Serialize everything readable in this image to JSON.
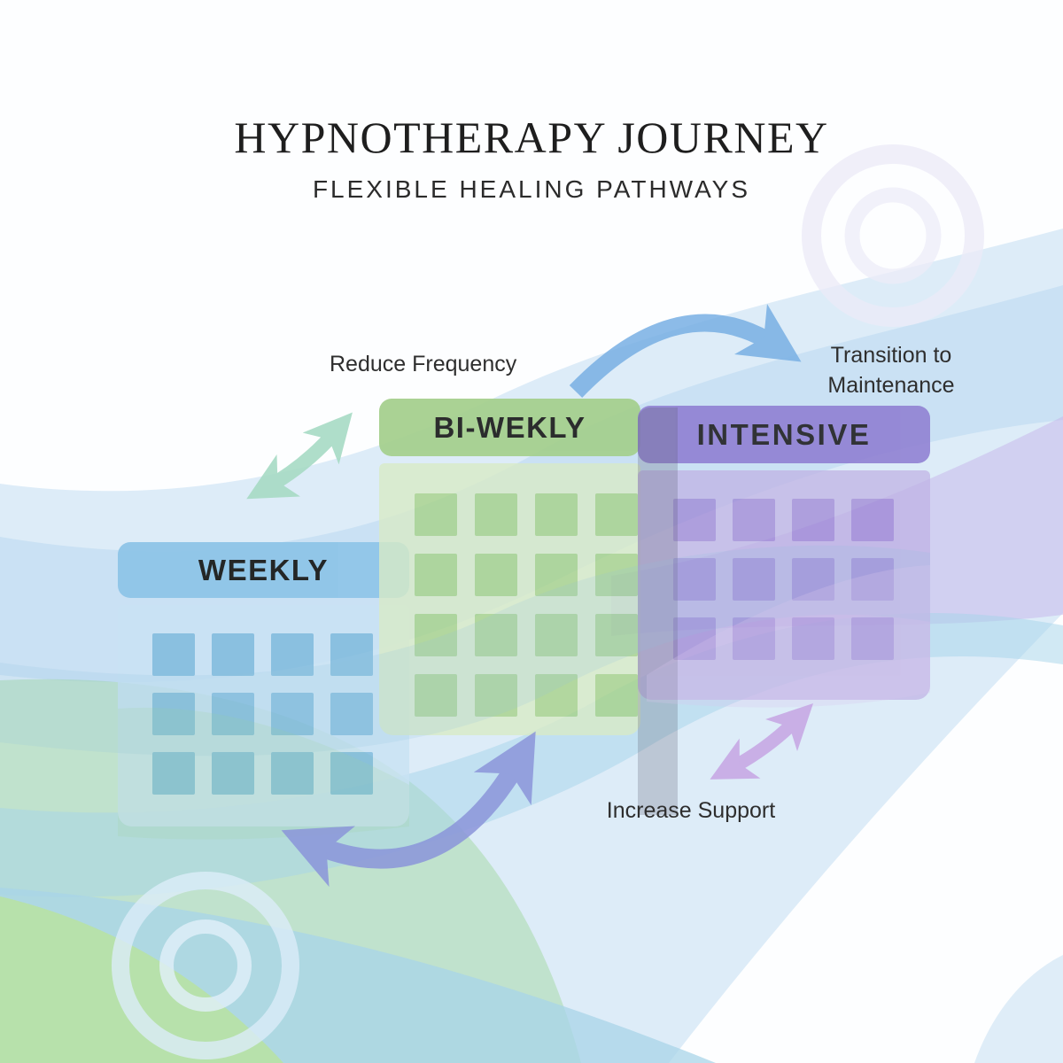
{
  "header": {
    "title": "HYPNOTHERAPY JOURNEY",
    "subtitle": "FLEXIBLE HEALING PATHWAYS"
  },
  "cards": [
    {
      "id": "weekly",
      "label": "WEEKLY",
      "grid": {
        "rows": 3,
        "cols": 4
      }
    },
    {
      "id": "biweekly",
      "label": "BI-WEKLY",
      "grid": {
        "rows": 4,
        "cols": 4
      }
    },
    {
      "id": "intensive",
      "label": "INTENSIVE",
      "grid": {
        "rows": 3,
        "cols": 4
      }
    }
  ],
  "annotations": {
    "reduce_frequency": "Reduce Frequency",
    "transition_to_maintenance": "Transition to Maintenance",
    "increase_support": "Increase Support"
  },
  "arrows": [
    {
      "id": "weekly-biweekly-arrow",
      "style": "double-headed-curve",
      "color": "#a7dbc5"
    },
    {
      "id": "transition-arrow",
      "style": "single-headed-arc",
      "color": "#79b0e4"
    },
    {
      "id": "increase-support-arrow",
      "style": "double-headed-curve",
      "color": "#8b95da"
    },
    {
      "id": "intensive-flex-arrow",
      "style": "double-headed-curve",
      "color": "#c7a9e5"
    }
  ],
  "theme": {
    "weekly-header": "#8fc5e8",
    "weekly-body": "#c9e3f4",
    "weekly-cell": "#7db9dc",
    "biweekly-header": "#a4cf8c",
    "biweekly-body": "#d9ebc6",
    "biweekly-cell": "#a6d287",
    "intensive-header": "#8e7ed2",
    "intensive-body": "#bfb1e4",
    "intensive-cell": "#9c82d4",
    "arrow-teal": "#a7dbc5",
    "arrow-blue": "#79b0e4",
    "arrow-purple": "#8b95da",
    "arrow-lilac": "#c7a9e5",
    "text-dark": "#1e1e1e"
  }
}
